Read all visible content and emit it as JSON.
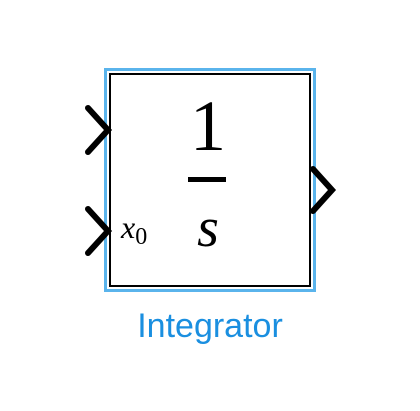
{
  "block": {
    "name": "Integrator",
    "numerator": "1",
    "denominator": "s",
    "initial_condition_var": "x",
    "initial_condition_sub": "0",
    "name_color": "#1a8fe0",
    "selection_color": "#5ab4ec",
    "icons": {
      "input_port_1": "chevron-right-icon",
      "input_port_2": "chevron-right-icon",
      "output_port": "chevron-right-icon"
    }
  }
}
